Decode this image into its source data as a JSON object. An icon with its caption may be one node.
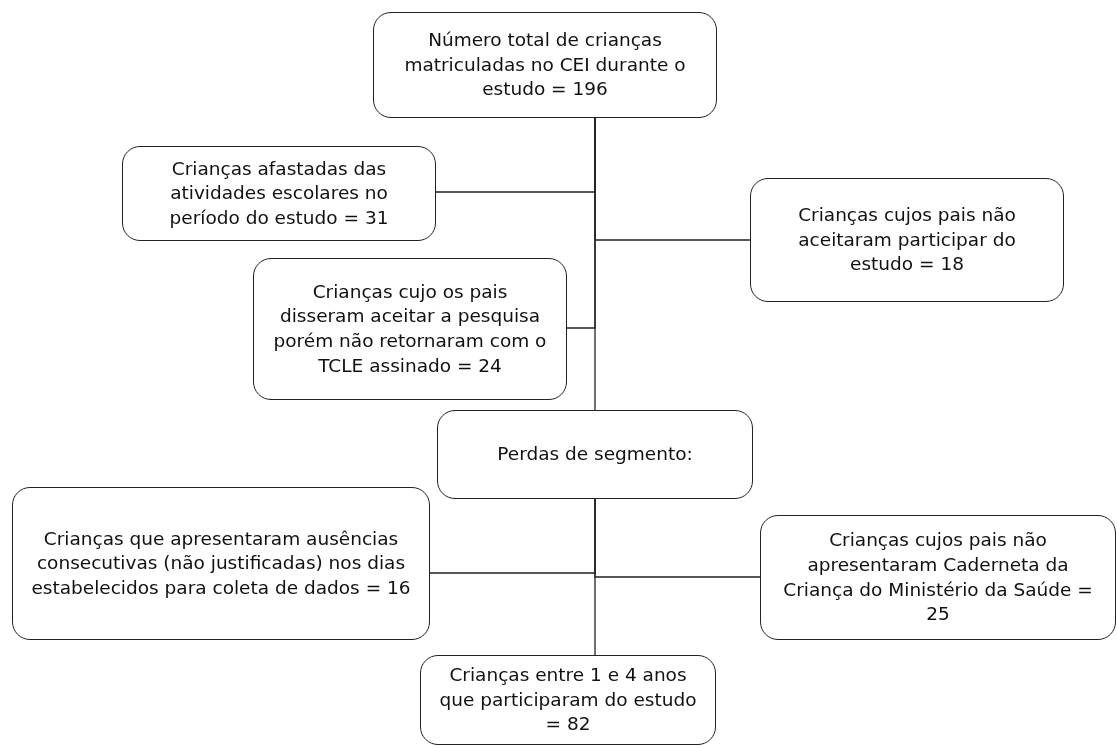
{
  "diagram": {
    "nodes": [
      {
        "text": [
          "Número total de crianças matriculadas no CEI durante o estudo = 196"
        ]
      },
      {
        "text": [
          "Crianças afastadas das atividades escolares no período do estudo = 31"
        ]
      },
      {
        "text": [
          "Crianças cujos pais não aceitaram participar do estudo = 18"
        ]
      },
      {
        "text": [
          "Crianças cujo os pais disseram aceitar a pesquisa porém não retornaram com o TCLE assinado = 24"
        ]
      },
      {
        "text": [
          "Perdas de segmento:"
        ]
      },
      {
        "text": [
          "Crianças que apresentaram ausências consecutivas (não justificadas) nos dias estabelecidos para coleta de dados = 16"
        ]
      },
      {
        "text": [
          "Crianças cujos pais não apresentaram Caderneta da Criança do Ministério da Saúde = 25"
        ]
      },
      {
        "text": [
          "Crianças entre 1 e 4 anos que participaram do estudo = 82"
        ]
      }
    ],
    "edges": [
      {
        "from": 0,
        "to": 1,
        "arrow": "none"
      },
      {
        "from": 0,
        "to": 2,
        "arrow": "none"
      },
      {
        "from": 0,
        "to": 3,
        "arrow": "none"
      },
      {
        "from": 0,
        "to": 4,
        "arrow": "none"
      },
      {
        "from": 4,
        "to": 5,
        "arrow": "none"
      },
      {
        "from": 4,
        "to": 6,
        "arrow": "none"
      },
      {
        "from": 4,
        "to": 7,
        "arrow": "none"
      }
    ]
  }
}
